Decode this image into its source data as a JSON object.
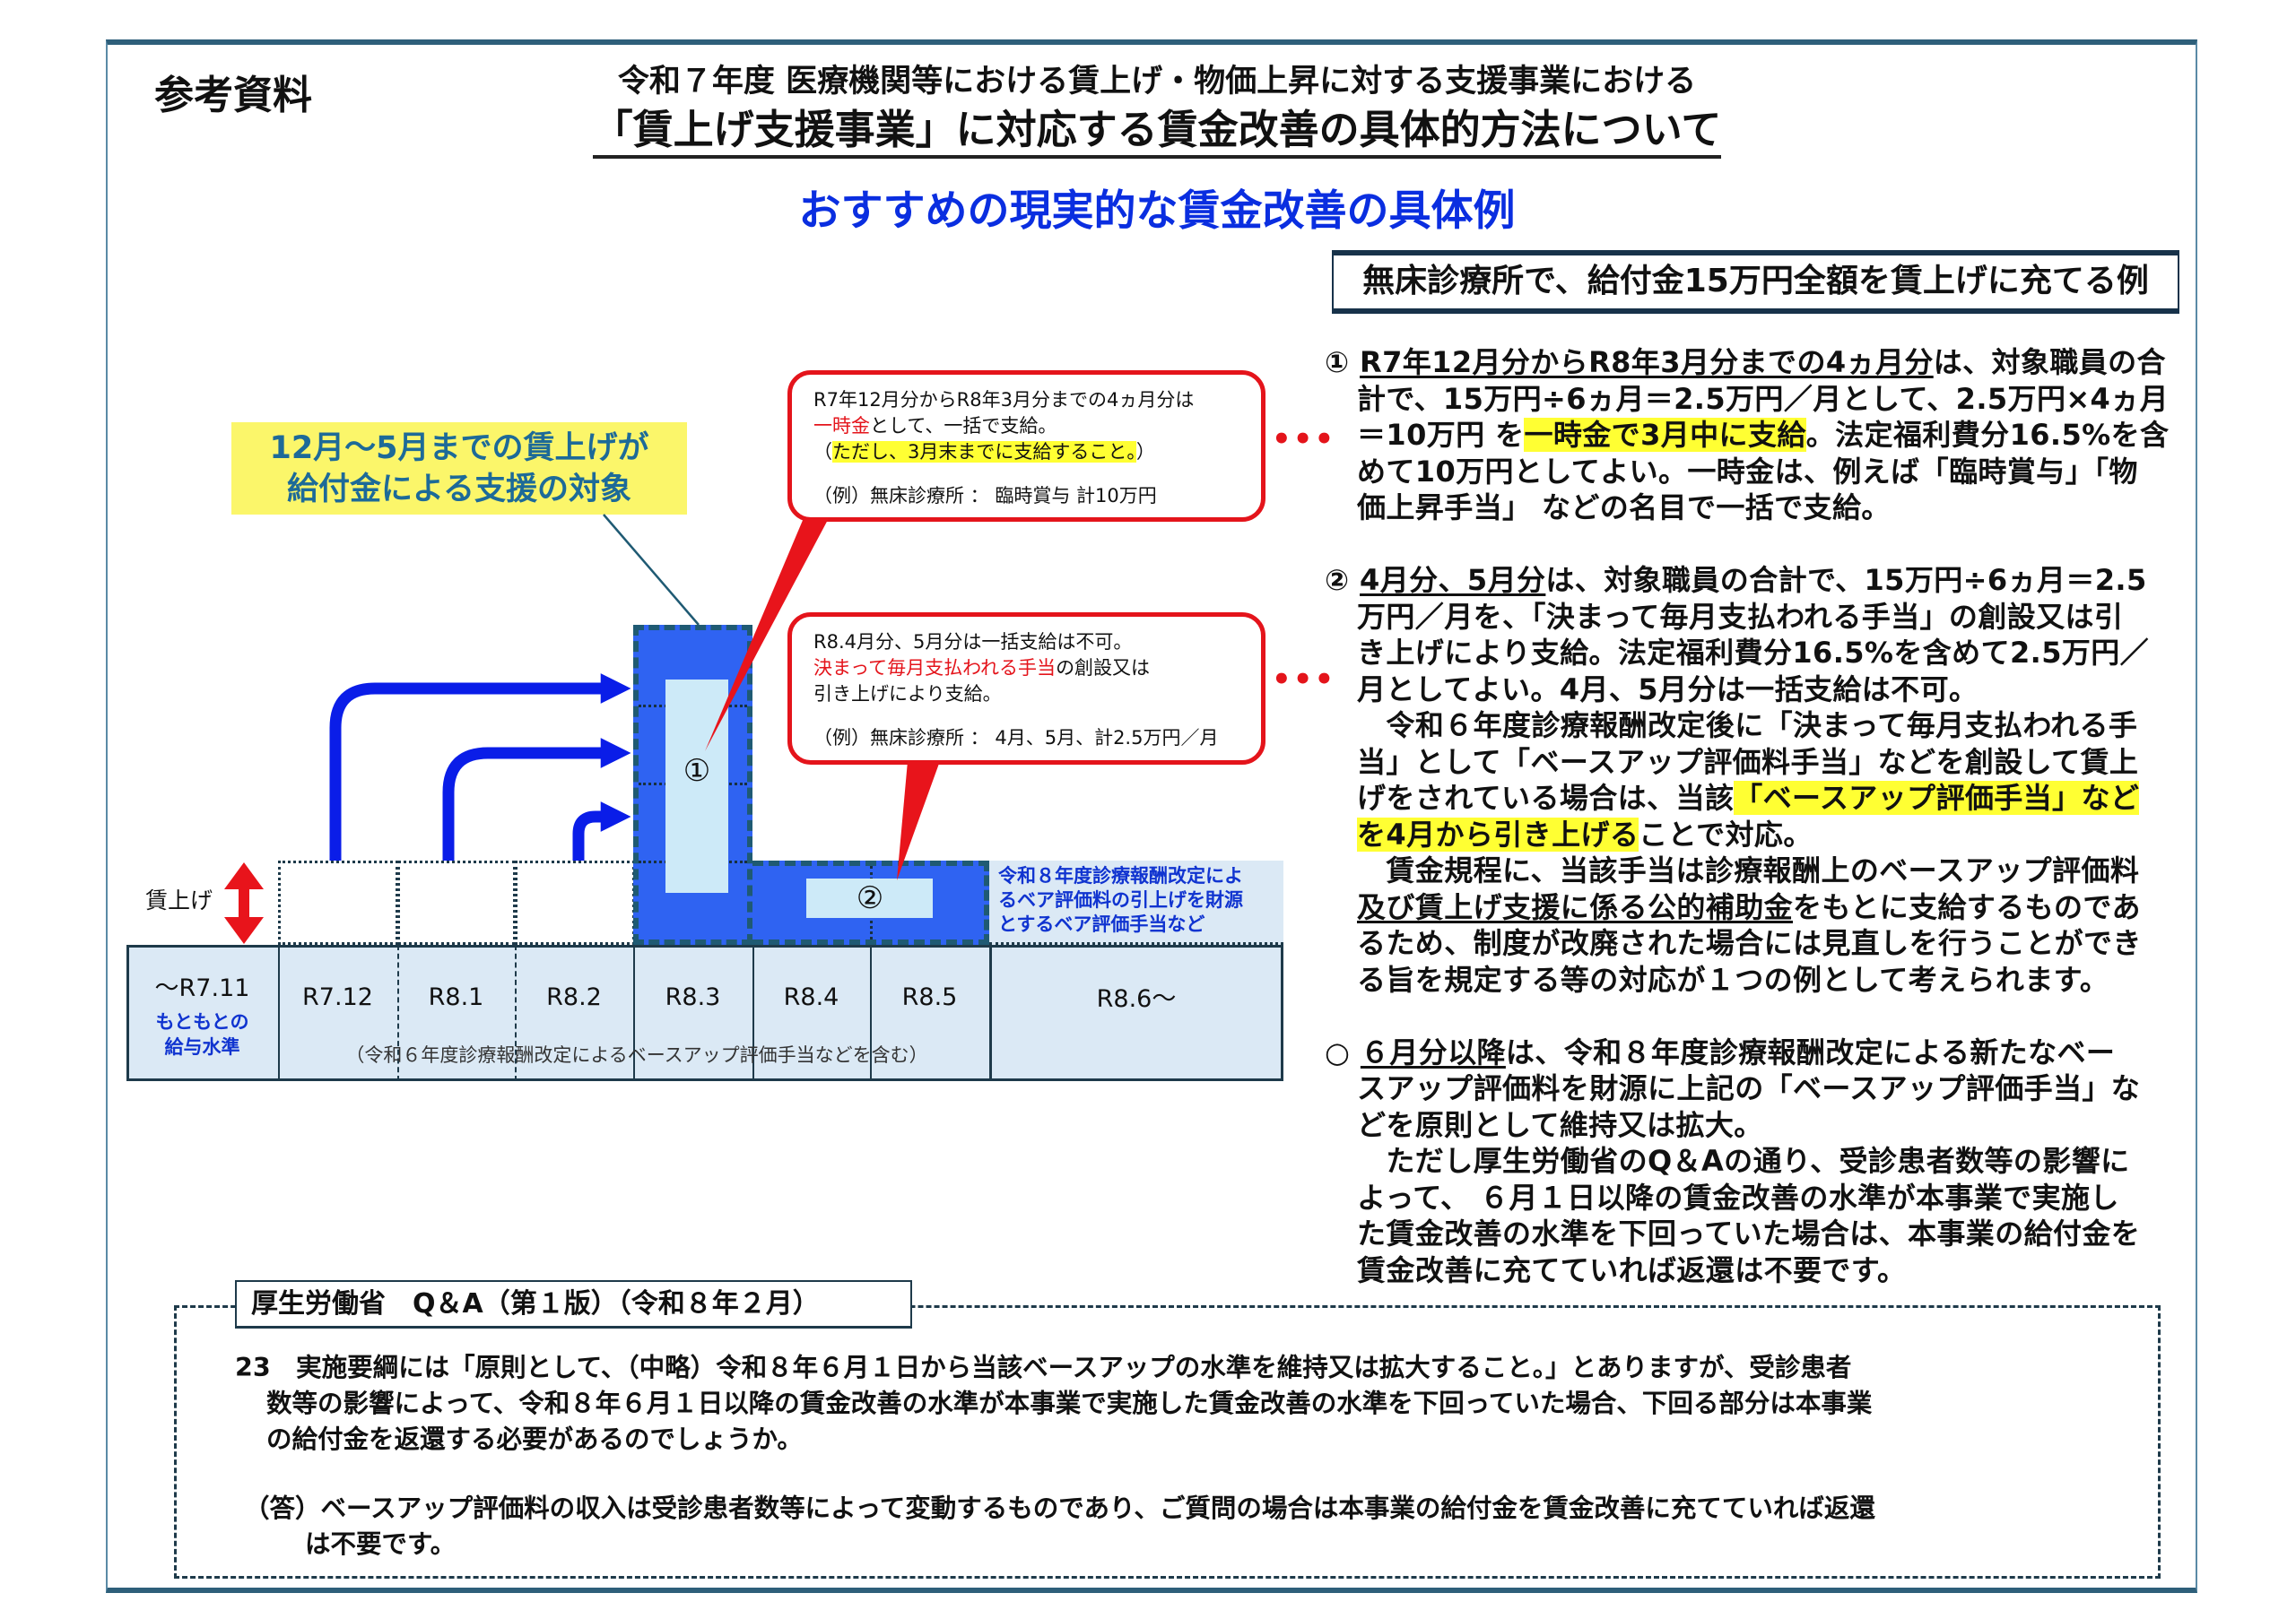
{
  "header": {
    "reference_label": "参考資料",
    "title_line1": "令和７年度 医療機関等における賃上げ・物価上昇に対する支援事業における",
    "title_line2": "「賃上げ支援事業」に対応する賃金改善の具体的方法について",
    "subtitle": "おすすめの現実的な賃金改善の具体例"
  },
  "example_box": "無床診療所で、給付金15万円全額を賃上げに充てる例",
  "right_text": [
    [
      [
        "m",
        "① "
      ],
      [
        "u",
        "R7年12月分からR8年3月分までの4ヵ月分"
      ],
      [
        "",
        "は、対象職員の合"
      ]
    ],
    [
      [
        "",
        "計で、15万円÷6ヵ月＝2.5万円／月として、2.5万円×4ヵ月"
      ]
    ],
    [
      [
        "",
        "＝10万円 を"
      ],
      [
        "h",
        "一時金で3月中に支給"
      ],
      [
        "",
        "。法定福利費分16.5%を含"
      ]
    ],
    [
      [
        "",
        "めて10万円としてよい。一時金は、例えば「臨時賞与」「物"
      ]
    ],
    [
      [
        "",
        "価上昇手当」 などの名目で一括で支給。"
      ]
    ],
    [],
    [
      [
        "m",
        "② "
      ],
      [
        "u",
        "4月分、5月分"
      ],
      [
        "",
        "は、対象職員の合計で、15万円÷6ヵ月＝2.5"
      ]
    ],
    [
      [
        "",
        "万円／月を、「決まって毎月支払われる手当」の創設又は引"
      ]
    ],
    [
      [
        "",
        "き上げにより支給。法定福利費分16.5%を含めて2.5万円／"
      ]
    ],
    [
      [
        "",
        "月としてよい。4月、5月分は一括支給は不可。"
      ]
    ],
    [
      [
        "",
        "　令和６年度診療報酬改定後に「決まって毎月支払われる手"
      ]
    ],
    [
      [
        "",
        "当」として「ベースアップ評価料手当」などを創設して賃上"
      ]
    ],
    [
      [
        "",
        "げをされている場合は、当該"
      ],
      [
        "h",
        "「ベースアップ評価手当」など"
      ]
    ],
    [
      [
        "h",
        "を4月から引き上げる"
      ],
      [
        "",
        "ことで対応。"
      ]
    ],
    [
      [
        "",
        "　賃金規程に、当該手当は診療報酬上のベースアップ評価料"
      ]
    ],
    [
      [
        "u",
        "及び賃上げ支援に係る公的補助金"
      ],
      [
        "",
        "をもとに支給するものであ"
      ]
    ],
    [
      [
        "",
        "るため、制度が改廃された場合には見直しを行うことができ"
      ]
    ],
    [
      [
        "",
        "る旨を規定する等の対応が１つの例として考えられます。"
      ]
    ],
    [],
    [
      [
        "m",
        "○ "
      ],
      [
        "u",
        "６月分以降"
      ],
      [
        "",
        "は、令和８年度診療報酬改定による新たなベー"
      ]
    ],
    [
      [
        "",
        "スアップ評価料を財源に上記の「ベースアップ評価手当」な"
      ]
    ],
    [
      [
        "",
        "どを原則として維持又は拡大。"
      ]
    ],
    [
      [
        "",
        "　ただし厚生労働省のQ＆Aの通り、受診患者数等の影響に"
      ]
    ],
    [
      [
        "",
        "よって、 ６月１日以降の賃金改善の水準が本事業で実施し"
      ]
    ],
    [
      [
        "",
        "た賃金改善の水準を下回っていた場合は、本事業の給付金を"
      ]
    ],
    [
      [
        "",
        "賃金改善に充てていれば返還は不要です。"
      ]
    ]
  ],
  "diagram": {
    "yellow_line1": "12月～5月までの賃上げが",
    "yellow_line2": "給付金による支援の対象",
    "wage_label": "賃上げ",
    "base_col_label": "～R7.11",
    "base_col_note1": "もともとの",
    "base_col_note2": "給与水準",
    "months": [
      "R7.12",
      "R8.1",
      "R8.2",
      "R8.3",
      "R8.4",
      "R8.5",
      "R8.6～"
    ],
    "footnote": "（令和６年度診療報酬改定によるベースアップ評価手当などを含む）",
    "marker1": "①",
    "marker2": "②",
    "r86_note": [
      "令和８年度診療報酬改定によ",
      "るベア評価料の引上げを財源",
      "とするベア評価手当など"
    ],
    "callout1": {
      "line1": "R7年12月分からR8年3月分までの4ヵ月分は",
      "line2_red": "一時金",
      "line2_rest": "として、一括で支給。",
      "line3_open": "（",
      "line3_hl": "ただし、3月末までに支給すること。",
      "line3_close": "）",
      "example": "（例）無床診療所 ： 臨時賞与 計10万円"
    },
    "callout2": {
      "line1": "R8.4月分、5月分は一括支給は不可。",
      "line2_red": "決まって毎月支払われる手当",
      "line2_rest": "の創設又は",
      "line3": "引き上げにより支給。",
      "example": "（例）無床診療所 ： 4月、5月、計2.5万円／月"
    },
    "dots": "•••"
  },
  "qa": {
    "label": "厚生労働省　Q＆A（第１版）（令和８年２月）",
    "q_lines": [
      "23　実施要綱には「原則として、（中略）令和８年６月１日から当該ベースアップの水準を維持又は拡大すること。」とありますが、受診患者",
      "数等の影響によって、令和８年６月１日以降の賃金改善の水準が本事業で実施した賃金改善の水準を下回っていた場合、下回る部分は本事業",
      "の給付金を返還する必要があるのでしょうか。"
    ],
    "a_lines": [
      "（答）ベースアップ評価料の収入は受診患者数等によって変動するものであり、ご質問の場合は本事業の給付金を賃金改善に充てていれば返還",
      "は不要です。"
    ]
  },
  "colors": {
    "accent_blue": "#0a2ee0",
    "block_blue": "#2f63f2",
    "callout_red": "#e4141b",
    "highlight": "#ffff33",
    "frame": "#2e5f7a"
  }
}
